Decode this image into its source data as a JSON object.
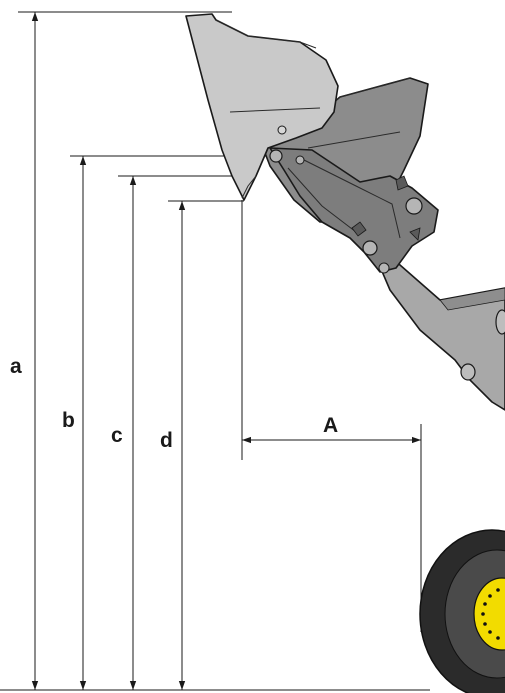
{
  "dimensions": {
    "a": "a",
    "b": "b",
    "c": "c",
    "d": "d",
    "A": "A"
  },
  "colors": {
    "bucket_raised": "#c9c9c9",
    "bucket_lowered": "#8c8c8c",
    "linkage": "#7d7d7d",
    "boom": "#a8a8a8",
    "tyre": "#2b2b2b",
    "rim": "#4a4a4a",
    "hub": "#f2dc00",
    "lines": "#1a1a1a"
  },
  "icons": {
    "arrow": "dimension-arrowhead"
  }
}
